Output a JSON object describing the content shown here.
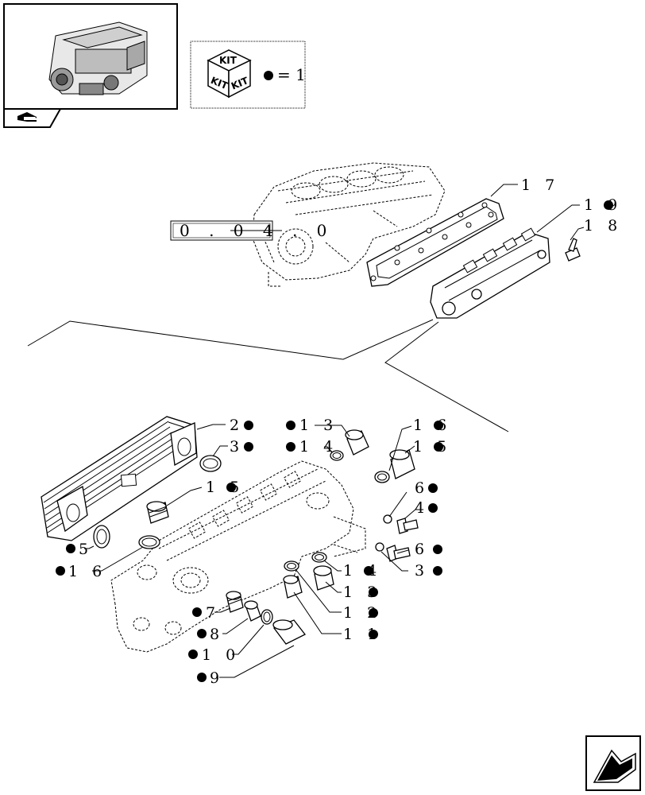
{
  "legend": {
    "kit_label": "KIT",
    "equation": "= 1"
  },
  "reference_box": {
    "text": "0 . 0 4 . 0"
  },
  "callouts": [
    {
      "id": "17",
      "text": "1 7",
      "dot": false
    },
    {
      "id": "19",
      "text": "1 9",
      "dot": true
    },
    {
      "id": "18",
      "text": "1 8",
      "dot": false
    },
    {
      "id": "2",
      "text": "2",
      "dot": true
    },
    {
      "id": "3a",
      "text": "3",
      "dot": true
    },
    {
      "id": "13a",
      "text": "1 3",
      "dot": true
    },
    {
      "id": "14a",
      "text": "1 4",
      "dot": true
    },
    {
      "id": "16a",
      "text": "1 6",
      "dot": true
    },
    {
      "id": "15a",
      "text": "1 5",
      "dot": true
    },
    {
      "id": "15b",
      "text": "1 5",
      "dot": true
    },
    {
      "id": "6a",
      "text": "6",
      "dot": true
    },
    {
      "id": "4",
      "text": "4",
      "dot": true
    },
    {
      "id": "5",
      "text": "5",
      "dot": true
    },
    {
      "id": "6b",
      "text": "6",
      "dot": true
    },
    {
      "id": "3b",
      "text": "3",
      "dot": true
    },
    {
      "id": "16b",
      "text": "1 6",
      "dot": true
    },
    {
      "id": "14b",
      "text": "1 4",
      "dot": true
    },
    {
      "id": "13b",
      "text": "1 3",
      "dot": true
    },
    {
      "id": "12",
      "text": "1 2",
      "dot": true
    },
    {
      "id": "11",
      "text": "1 1",
      "dot": true
    },
    {
      "id": "7",
      "text": "7",
      "dot": true
    },
    {
      "id": "8",
      "text": "8",
      "dot": true
    },
    {
      "id": "10",
      "text": "1 0",
      "dot": true
    },
    {
      "id": "9",
      "text": "9",
      "dot": true
    }
  ],
  "icons": {
    "thumbnail": "engine-thumbnail",
    "nav_back": "back-arrow-icon",
    "nav_next": "next-page-arrow-icon",
    "kit": "kit-box-icon"
  }
}
